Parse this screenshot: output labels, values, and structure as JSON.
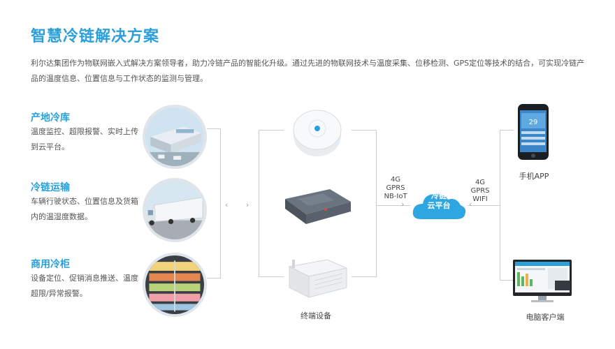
{
  "page": {
    "title": "智慧冷链解决方案",
    "intro": "利尔达集团作为物联网嵌入式解决方案领导者，助力冷链产品的智能化升级。通过先进的物联网技术与温度采集、位移检测、GPS定位等技术的结合，可实现冷链产品的温度信息、位置信息与工作状态的监测与管理。"
  },
  "scenes": [
    {
      "title": "产地冷库",
      "desc": "温度监控、超限报警、实时上传到云平台。"
    },
    {
      "title": "冷链运输",
      "desc": "车辆行驶状态、位置信息及货箱内的温湿度数据。"
    },
    {
      "title": "商用冷柜",
      "desc": "设备定位、促销消息推送、温度超限/异常报警。"
    }
  ],
  "devices": {
    "label": "终端设备"
  },
  "network": {
    "left_protocols": [
      "4G",
      "GPRS",
      "NB-IoT"
    ],
    "right_protocols": [
      "4G",
      "GPRS",
      "WIFI"
    ],
    "cloud_lines": [
      "冷链",
      "云平台"
    ]
  },
  "clients": {
    "mobile_label": "手机APP",
    "pc_label": "电脑客户端",
    "phone_screen_value": "29"
  },
  "colors": {
    "accent": "#2a9fd8",
    "cloud": "#2ea7e0"
  }
}
